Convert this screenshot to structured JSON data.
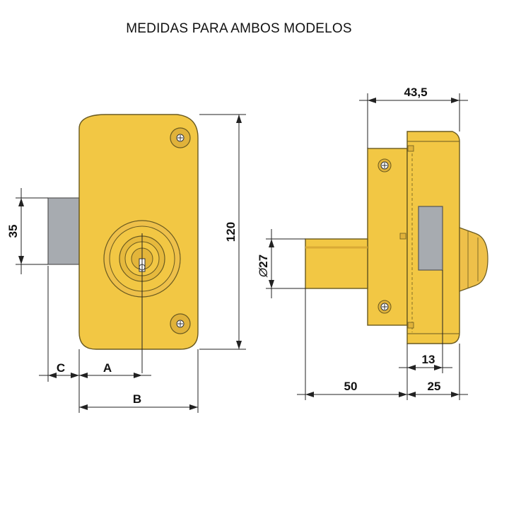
{
  "title": "MEDIDAS PARA AMBOS MODELOS",
  "colors": {
    "lock_body": "#f2c744",
    "lock_body_dark": "#e0b23a",
    "bolt_grey": "#a7abb0",
    "outline": "#6a5a20"
  },
  "front_view": {
    "dimensions": {
      "height": "120",
      "bolt_height": "35",
      "a": "A",
      "b": "B",
      "c": "C"
    }
  },
  "side_view": {
    "dimensions": {
      "total_depth": "43,5",
      "cylinder_diameter": "27",
      "cylinder_length": "50",
      "body_depth": "25",
      "bolt_offset": "13"
    }
  }
}
